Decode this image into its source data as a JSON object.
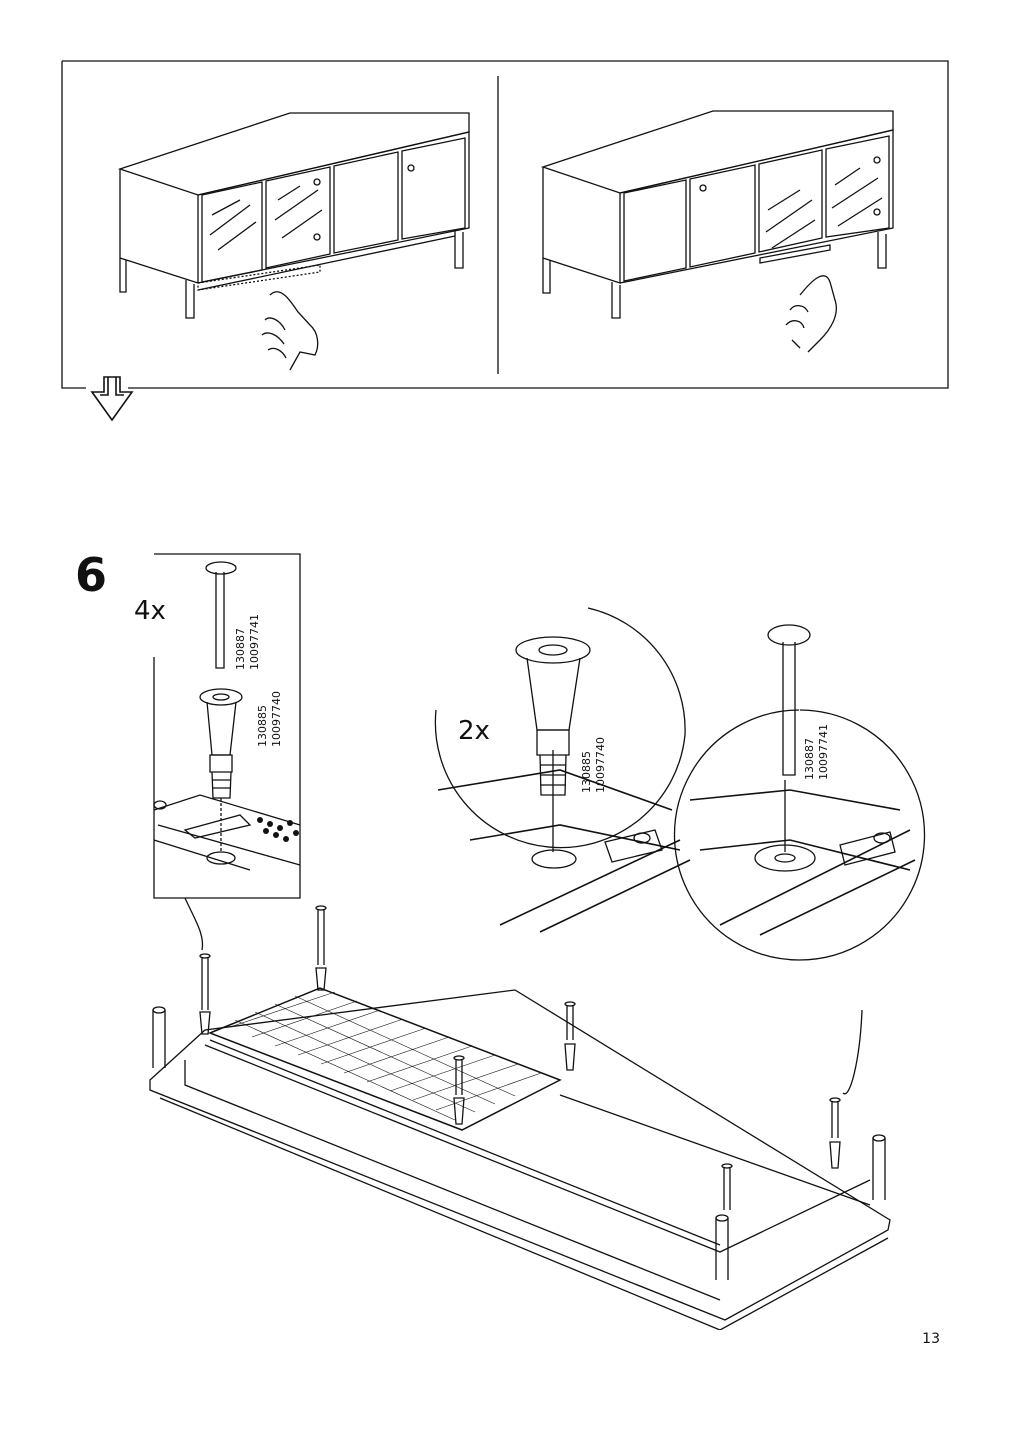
{
  "step": {
    "number": "6"
  },
  "detail_left": {
    "quantity": "4x",
    "parts": [
      {
        "code": "130887",
        "ref": "10097741"
      },
      {
        "code": "130885",
        "ref": "10097740"
      }
    ]
  },
  "detail_mid": {
    "quantity": "2x",
    "part": {
      "code": "130885",
      "ref": "10097740"
    }
  },
  "detail_right": {
    "part": {
      "code": "130887",
      "ref": "10097741"
    }
  },
  "page": {
    "number": "13"
  }
}
